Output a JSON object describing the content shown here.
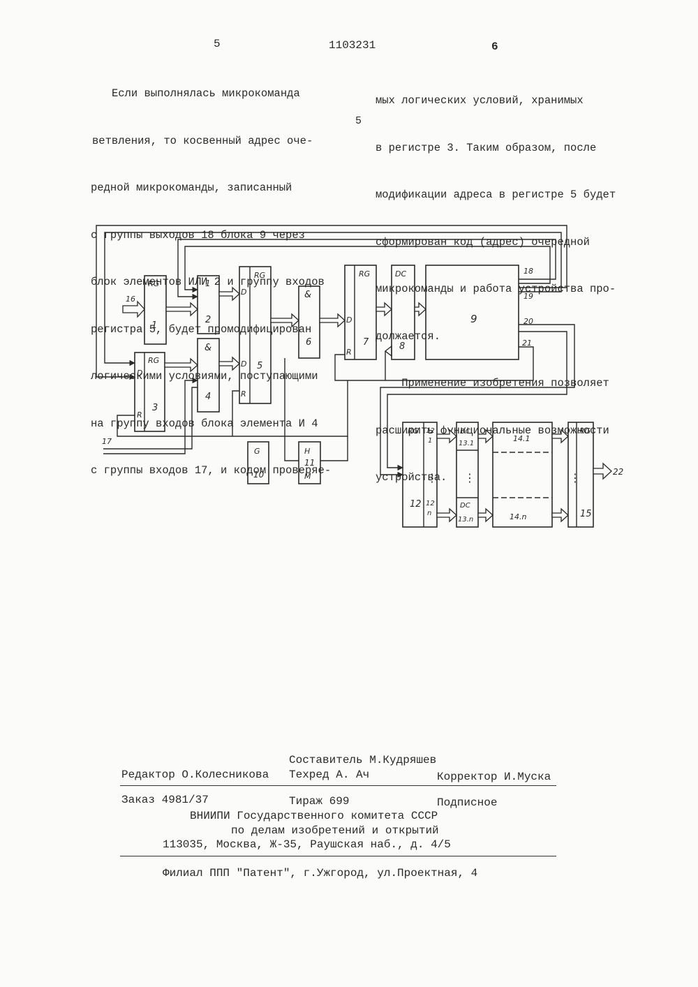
{
  "header": {
    "left_page": "5",
    "patent_no": "1103231",
    "right_page": "6"
  },
  "left_column": [
    "Если выполнялась микрокоманда",
    "ветвления, то косвенный адрес оче-",
    "редной микрокоманды, записанный",
    "с группы выходов 18 блока 9 через",
    "блок элементов ИЛИ 2 и группу входов",
    "регистра 5, будет промодифицирован",
    "логическими условиями, поступающими",
    "на группу входов блока элемента И 4",
    "с группы входов 17, и кодом проверяе-"
  ],
  "line_number": "5",
  "right_column": [
    "мых логических условий, хранимых",
    "в регистре 3. Таким образом, после",
    "модификации адреса в регистре 5 будет",
    "сформирован код (адрес) очередной",
    "микрокоманды и работа устройства про-",
    "должается.",
    "    Применение изобретения позволяет",
    "расширить функциональные возможности",
    "устройства."
  ],
  "diagram": {
    "blocks": [
      {
        "id": "rg1",
        "tag": "RG",
        "num": "1"
      },
      {
        "id": "or2",
        "tag": "1",
        "num": "2"
      },
      {
        "id": "rg3",
        "tag": "RG",
        "num": "3",
        "d": "D",
        "r": "R"
      },
      {
        "id": "and4",
        "tag": "&",
        "num": "4"
      },
      {
        "id": "rg5",
        "tag": "RG",
        "num": "5",
        "d1": "D",
        "d2": "D",
        "r": "R"
      },
      {
        "id": "and6",
        "tag": "&",
        "num": "6"
      },
      {
        "id": "rg7",
        "tag": "RG",
        "num": "7",
        "d": "D",
        "r": "R"
      },
      {
        "id": "dc8",
        "tag": "DC",
        "num": "8"
      },
      {
        "id": "blk9",
        "num": "9"
      },
      {
        "id": "gen10",
        "tag": "G",
        "num": "10"
      },
      {
        "id": "div11",
        "top": "H",
        "num": "11",
        "bottom": "M"
      },
      {
        "id": "rg12",
        "tag": "RG",
        "num": "12",
        "sub1": "12",
        "sub1b": "1",
        "subn": "12",
        "subnb": "n"
      },
      {
        "id": "dc13",
        "tag1": "DC",
        "sub1": "13.1",
        "tagn": "DC",
        "subn": "13.n"
      },
      {
        "id": "m14",
        "sub1": "14.1",
        "subn": "14.n"
      },
      {
        "id": "rg15",
        "tag": "RG",
        "num": "15"
      }
    ],
    "labels": {
      "in16": "16",
      "in17": "17",
      "out18": "18",
      "out19": "19",
      "out20": "20",
      "out21": "21",
      "out22": "22",
      "dots": "⋮"
    }
  },
  "imprint": {
    "composer": "Составитель М.Кудряшев",
    "editor": "Редактор О.Колесникова",
    "techred": "Техред А. Ач",
    "corrector": "Корректор И.Муска",
    "order": "Заказ 4981/37",
    "circulation": "Тираж 699",
    "subscription": "Подписное",
    "org1": "ВНИИПИ Государственного комитета СССР",
    "org2": "по делам изобретений и открытий",
    "address": "113035, Москва, Ж-35, Раушская наб., д. 4/5",
    "branch": "Филиал ППП \"Патент\", г.Ужгород, ул.Проектная, 4"
  }
}
